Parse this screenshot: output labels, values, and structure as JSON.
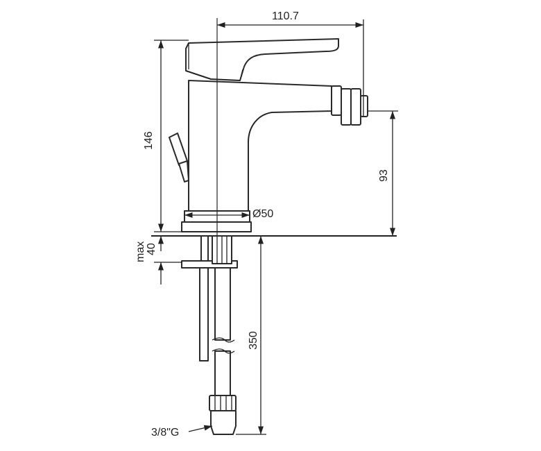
{
  "dimensions": {
    "width_top": "110.7",
    "height_total": "146",
    "spout_height": "93",
    "base_diameter": "Ø50",
    "max_label": "max",
    "max_value": "40",
    "hose_length": "350",
    "thread": "3/8\"G"
  }
}
